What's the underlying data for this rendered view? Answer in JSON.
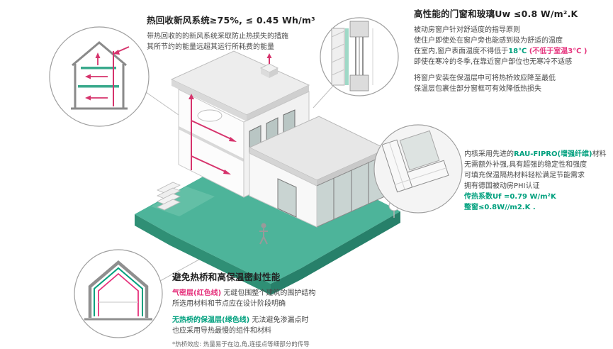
{
  "colors": {
    "teal_ground": "#4db49a",
    "accent_green": "#00a07e",
    "accent_pink": "#e5327c",
    "duct_red": "#d6336c"
  },
  "hrv": {
    "title": "热回收新风系统≥75%, ≤ 0.45 Wh/m³",
    "line1": "带热回收的的新风系统采取防止热损失的措施",
    "line2": "其所节约的能量远超其运行所耗费的能量"
  },
  "windows": {
    "title": "高性能的门窗和玻璃Uw ≤0.8 W/m².K",
    "p1_l1": "被动房窗户针对舒适度的指导原则",
    "p1_l2": "使住户即使处在窗户旁也能感到极为舒适的温度",
    "p1_l3a": "在室内,窗户表面温度不得低于",
    "p1_l3b": "18℃",
    "p1_l3c": " (不低于室温3℃ )",
    "p1_l4": "即使在寒冷的冬季,在靠近窗户部位也无寒冷不适感",
    "p2_l1": "将窗户安装在保温层中可将热桥效应降至最低",
    "p2_l2": "保温层包裹住部分窗框可有效降低热损失"
  },
  "profile": {
    "l1a": "内核采用先进的",
    "l1b": "RAU-FIPRO(增强纤维)",
    "l1c": "材料",
    "l2": "无需额外补强,具有超强的稳定性和强度",
    "l3": "可填充保温隔热材料轻松满足节能需求",
    "l4": "拥有德国被动房PHI认证",
    "l5": "传热系数Uf =0.79 W/m²K",
    "l6": "整窗≤0.8W//m2.K ."
  },
  "thermal": {
    "title": "避免热桥和高保温密封性能",
    "p1_l1a": "气密层(红色线)",
    "p1_l1b": " 无缝包围整个建筑的围护结构",
    "p1_l2": "所选用材料和节点应在设计阶段明确",
    "p2_l1a": "无热桥的保温层(绿色线)",
    "p2_l1b": " 无法避免渗漏点时",
    "p2_l2": "也应采用导热最慢的组件和材料",
    "note": "*热桥效应: 热量易于在边,角,连接点等细部分的传导"
  }
}
